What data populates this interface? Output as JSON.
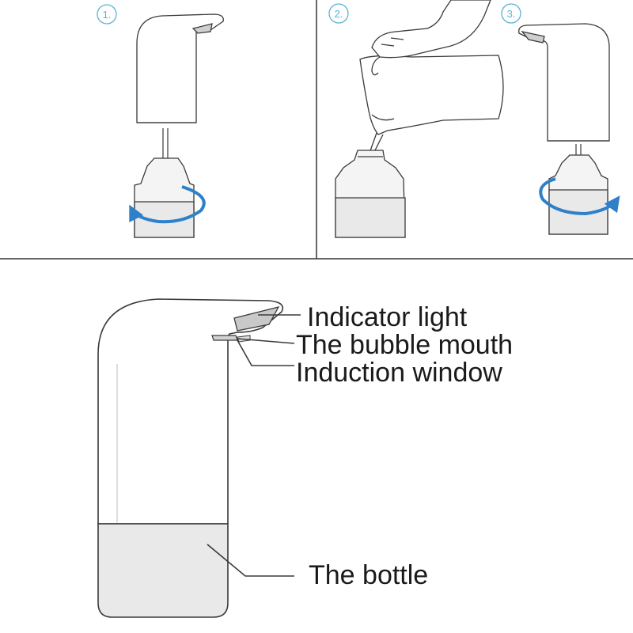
{
  "steps": [
    {
      "number": "1."
    },
    {
      "number": "2."
    },
    {
      "number": "3."
    }
  ],
  "callouts": {
    "indicator_light": "Indicator light",
    "bubble_mouth": "The bubble mouth",
    "induction_window": "Induction window",
    "bottle": "The bottle"
  },
  "colors": {
    "step_circle": "#5ab4d8",
    "rotate_arrow": "#2f80c9",
    "line": "#3a3a3a",
    "bottle_fill": "#e9e9e9"
  },
  "icons": {
    "hand": "hand-icon",
    "rotate": "rotate-arrow-icon"
  }
}
